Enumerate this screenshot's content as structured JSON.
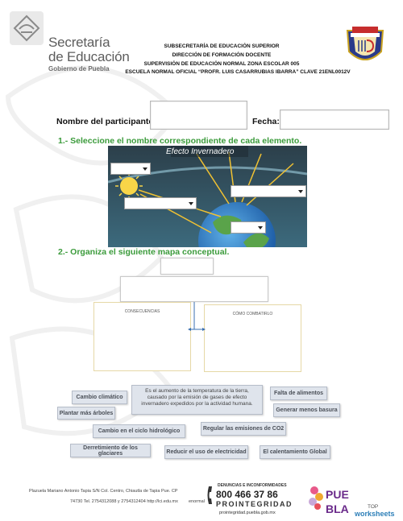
{
  "header": {
    "brand_line1": "Secretaría",
    "brand_line2": "de Educación",
    "brand_gov": "Gobierno de Puebla",
    "line1": "SUBSECRETARÍA DE EDUCACIÓN SUPERIOR",
    "line2": "DIRECCIÓN DE FORMACIÓN DOCENTE",
    "line3": "SUPERVISIÓN DE EDUCACIÓN NORMAL ZONA ESCOLAR 005",
    "line4": "ESCUELA NORMAL OFICIAL “PROFR. LUIS CASARRUBIAS IBARRA” CLAVE 21ENL0012V",
    "school_logo_text": "NORMAL",
    "school_logo_top": "PUEBLA",
    "school_logo_letters": "LCI"
  },
  "form": {
    "participant_label": "Nombre del participante",
    "date_label": "Fecha:",
    "participant_value": "",
    "date_value": ""
  },
  "q1": {
    "title": "1.- Seleccione el nombre correspondiente de cada elemento.",
    "image_title": "Efecto Invernadero"
  },
  "q2": {
    "title": "2.- Organiza el siguiente mapa conceptual.",
    "left_heading": "CONSECUENCIAS",
    "right_heading": "CÓMO COMBATIRLO"
  },
  "chips": {
    "definition": "Es el aumento de la temperatura de la tierra, causado por la emisión de gases de efecto invernadero expedidos por la actividad humana.",
    "cambio_climatico": "Cambio climático",
    "falta_alimentos": "Falta de alimentos",
    "plantar_arboles": "Plantar más árboles",
    "generar_basura": "Generar menos basura",
    "ciclo_hidrologico": "Cambio en el ciclo hidrológico",
    "regular_co2": "Regular las emisiones de CO2",
    "glaciares": "Derretimiento de los glaciares",
    "reducir_electricidad": "Reducir el uso de electricidad",
    "calentamiento": "El calentamiento Global"
  },
  "footer": {
    "address": "Plazuela Mariano Antonio Tapia S/N Col. Centro, Chiautla de Tapia Pue. CP",
    "contact": "74730 Tel. 2754312088 y 2754312404 http://lci.edu.mx",
    "contact_tail": "enormal",
    "denuncias": "DENUNCIAS E INCONFORMIDADES",
    "phone": "800 466 37 86",
    "prointegridad": "PROINTEGRIDAD",
    "pro_url": "prointegridad.puebla.gob.mx",
    "puebla": "PUEBLA",
    "tw_top": "TOP",
    "tw_name": "worksheets"
  },
  "colors": {
    "question_green": "#3b9b3b",
    "chip_bg": "#dfe4ec",
    "sky": "#2f4f5e"
  }
}
